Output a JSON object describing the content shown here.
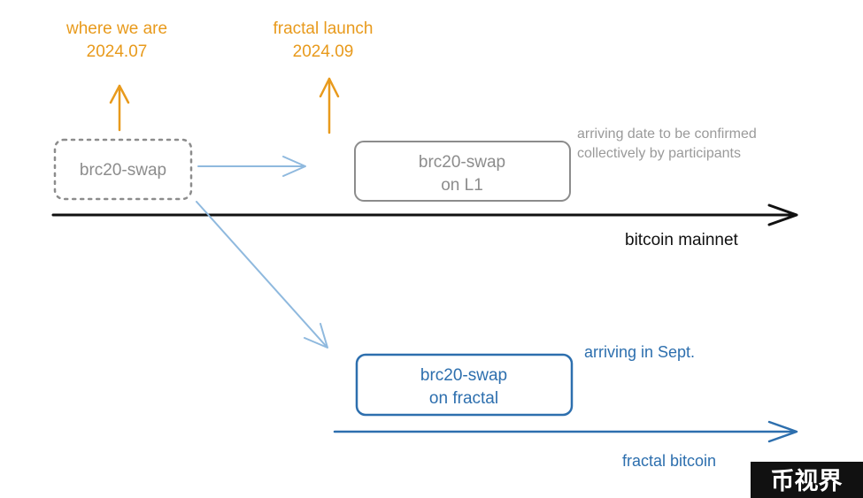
{
  "colors": {
    "milestone": "#e89a1c",
    "pending": "#8c8c8c",
    "note": "#9a9a9a",
    "mainnet": "#111111",
    "fractal": "#2d6fae",
    "flow_arrow": "#8fb9de",
    "watermark_bg": "#111111",
    "watermark_text": "#ffffff"
  },
  "milestones": [
    {
      "label": "where we are",
      "date": "2024.07"
    },
    {
      "label": "fractal launch",
      "date": "2024.09"
    }
  ],
  "current_box": {
    "label": "brc20-swap"
  },
  "l1_box": {
    "line1": "brc20-swap",
    "line2": "on L1"
  },
  "l1_note": {
    "line1": "arriving date to be confirmed",
    "line2": "collectively by participants"
  },
  "mainnet_timeline": {
    "label": "bitcoin mainnet"
  },
  "fractal_box": {
    "line1": "brc20-swap",
    "line2": "on fractal"
  },
  "fractal_note": {
    "label": "arriving in Sept."
  },
  "fractal_timeline": {
    "label": "fractal bitcoin"
  },
  "watermark": {
    "text": "币视界"
  }
}
